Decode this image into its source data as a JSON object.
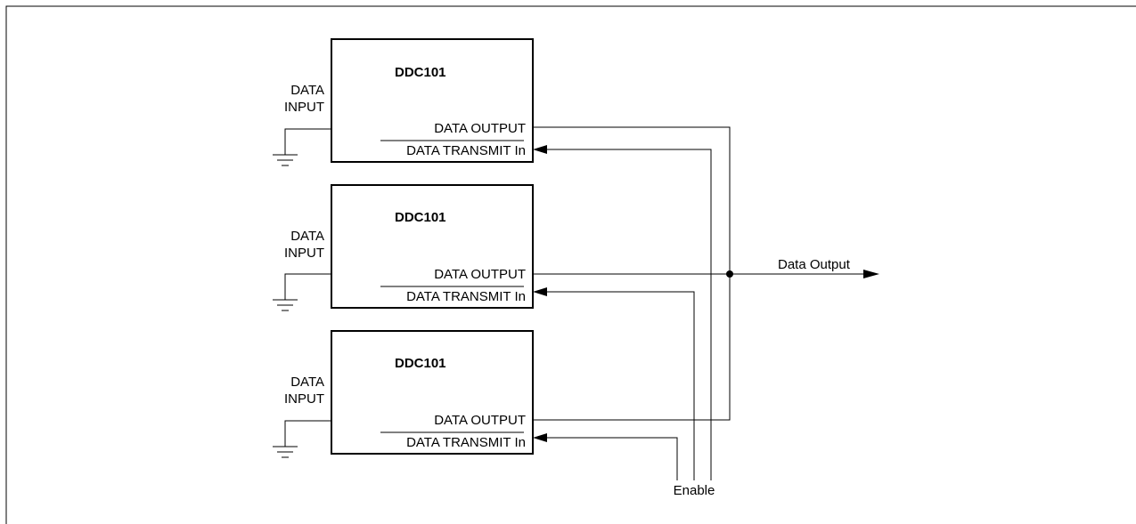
{
  "chips": [
    {
      "name": "DDC101",
      "input_label_line1": "DATA",
      "input_label_line2": "INPUT",
      "output_pin": "DATA OUTPUT",
      "transmit_pin": "DATA TRANSMIT In"
    },
    {
      "name": "DDC101",
      "input_label_line1": "DATA",
      "input_label_line2": "INPUT",
      "output_pin": "DATA OUTPUT",
      "transmit_pin": "DATA TRANSMIT In"
    },
    {
      "name": "DDC101",
      "input_label_line1": "DATA",
      "input_label_line2": "INPUT",
      "output_pin": "DATA OUTPUT",
      "transmit_pin": "DATA TRANSMIT In"
    }
  ],
  "bus_output_label": "Data Output",
  "enable_label": "Enable"
}
